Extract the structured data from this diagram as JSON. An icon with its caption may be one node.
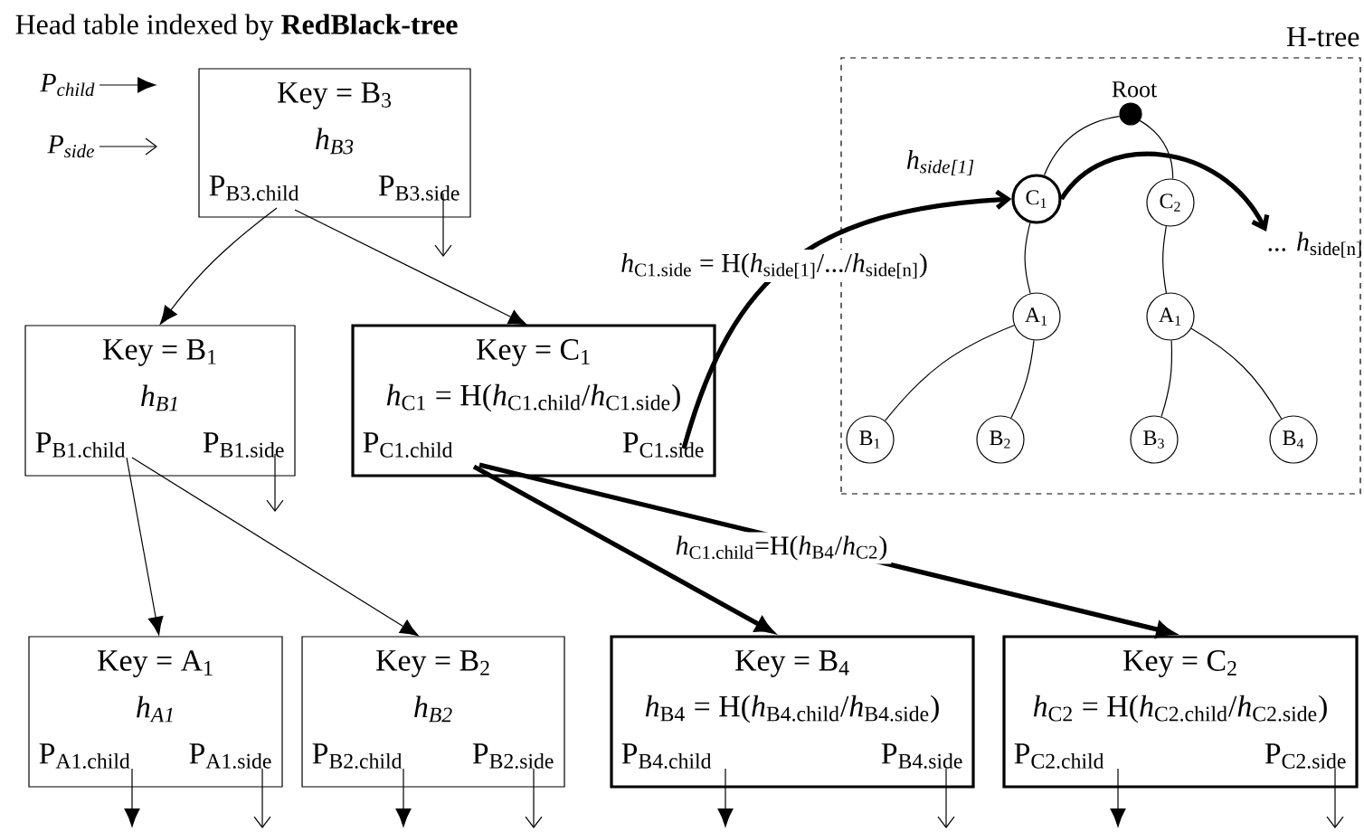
{
  "diagram": {
    "title": "Head table indexed by **RedBlack-tree**",
    "nodes": [
      {
        "text": [
          "Key = B$_{3}$",
          "h$_{B3}$",
          "P$_{B3.child}$",
          "P$_{B3.side}$"
        ]
      },
      {
        "text": [
          "Key = B$_{1}$",
          "h$_{B1}$",
          "P$_{B1.child}$",
          "P$_{B1.side}$"
        ]
      },
      {
        "text": [
          "Key = C$_{1}$",
          "*h*$_{C1}$ = H(*h*$_{C1.child}$/*h*$_{C1.side}$)",
          "P$_{C1.child}$",
          "P$_{C1.side}$"
        ]
      },
      {
        "text": [
          "Key = A$_{1}$",
          "h$_{A1}$",
          "P$_{A1.child}$",
          "P$_{A1.side}$"
        ]
      },
      {
        "text": [
          "Key = B$_{2}$",
          "h$_{B2}$",
          "P$_{B2.child}$",
          "P$_{B2.side}$"
        ]
      },
      {
        "text": [
          "Key = B$_{4}$",
          "*h*$_{B4}$ = H(*h*$_{B4.child}$/*h*$_{B4.side}$)",
          "P$_{B4.child}$",
          "P$_{B4.side}$"
        ]
      },
      {
        "text": [
          "Key = C$_{2}$",
          "*h*$_{C2}$ = H(*h*$_{C2.child}$/*h*$_{C2.side}$)",
          "P$_{C2.child}$",
          "P$_{C2.side}$"
        ]
      },
      {
        "text": [
          "H-tree"
        ]
      },
      {
        "text": [],
        "shape": "circle",
        "beside": [
          "Root"
        ],
        "in": 7
      },
      {
        "text": [
          "C$_{1}$"
        ],
        "in": 7
      },
      {
        "text": [
          "C$_{2}$"
        ],
        "in": 7
      },
      {
        "text": [
          "A$_{1}$"
        ],
        "in": 7
      },
      {
        "text": [
          "A$_{1}$"
        ],
        "in": 7
      },
      {
        "text": [
          "B$_{1}$"
        ],
        "in": 7
      },
      {
        "text": [
          "B$_{2}$"
        ],
        "in": 7
      },
      {
        "text": [
          "B$_{3}$"
        ],
        "in": 7
      },
      {
        "text": [
          "B$_{4}$"
        ],
        "in": 7
      },
      {
        "text": [
          "... *h*$_{side[n]}$"
        ],
        "in": 7
      }
    ],
    "edges": [
      {
        "from": 0,
        "to": 1,
        "arrow": "to"
      },
      {
        "from": 0,
        "to": 2,
        "arrow": "to"
      },
      {
        "from": 0,
        "to": null,
        "arrow": "to"
      },
      {
        "from": 1,
        "to": 3,
        "arrow": "to"
      },
      {
        "from": 1,
        "to": 4,
        "arrow": "to"
      },
      {
        "from": 1,
        "to": null,
        "arrow": "to"
      },
      {
        "from": 2,
        "to": 5,
        "arrow": "to",
        "style": "thick"
      },
      {
        "from": 2,
        "to": 6,
        "arrow": "to",
        "style": "thick",
        "label": "*h*$_{C1.child}$=H(*h*$_{B4}$/*h*$_{C2}$)"
      },
      {
        "from": 2,
        "to": 9,
        "arrow": "to",
        "style": "thick",
        "label": "*h*$_{C1.side}$ = H(*h*$_{side[1]}$/.../*h*$_{side[n]}$)"
      },
      {
        "from": 9,
        "to": 17,
        "arrow": "to",
        "style": "thick"
      },
      {
        "from": 3,
        "to": null,
        "arrow": "to"
      },
      {
        "from": 3,
        "to": null,
        "arrow": "to"
      },
      {
        "from": 4,
        "to": null,
        "arrow": "to"
      },
      {
        "from": 4,
        "to": null,
        "arrow": "to"
      },
      {
        "from": 5,
        "to": null,
        "arrow": "to"
      },
      {
        "from": 5,
        "to": null,
        "arrow": "to"
      },
      {
        "from": 6,
        "to": null,
        "arrow": "to"
      },
      {
        "from": 6,
        "to": null,
        "arrow": "to"
      },
      {
        "from": 8,
        "to": 9,
        "arrow": "none"
      },
      {
        "from": 8,
        "to": 10,
        "arrow": "none"
      },
      {
        "from": 9,
        "to": 11,
        "arrow": "none"
      },
      {
        "from": 10,
        "to": 12,
        "arrow": "none"
      },
      {
        "from": 11,
        "to": 13,
        "arrow": "none"
      },
      {
        "from": 11,
        "to": 14,
        "arrow": "none"
      },
      {
        "from": 12,
        "to": 15,
        "arrow": "none"
      },
      {
        "from": 12,
        "to": 16,
        "arrow": "none"
      }
    ],
    "labels": [
      "h$_{side[1]}$"
    ],
    "legend": [
      {
        "text": "P$_{child}$"
      },
      {
        "text": "P$_{side}$"
      }
    ]
  }
}
